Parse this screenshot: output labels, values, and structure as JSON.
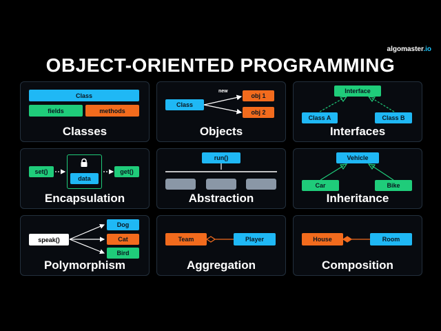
{
  "brand": "algomaster.io",
  "title": "OBJECT-ORIENTED PROGRAMMING",
  "colors": {
    "blue": "#1fb8f5",
    "green": "#1fcc7a",
    "orange": "#f26b1d",
    "gray": "#8a97a6"
  },
  "cards": {
    "classes": {
      "title": "Classes",
      "class": "Class",
      "fields": "fields",
      "methods": "methods"
    },
    "objects": {
      "title": "Objects",
      "class": "Class",
      "new_label": "new",
      "obj1": "obj 1",
      "obj2": "obj 2"
    },
    "interfaces": {
      "title": "Interfaces",
      "interface": "Interface",
      "class_a": "Class A",
      "class_b": "Class B"
    },
    "encapsulation": {
      "title": "Encapsulation",
      "set": "set()",
      "data": "data",
      "get": "get()",
      "icon": "lock-icon"
    },
    "abstraction": {
      "title": "Abstraction",
      "run": "run()"
    },
    "inheritance": {
      "title": "Inheritance",
      "parent": "Vehicle",
      "child1": "Car",
      "child2": "Bike"
    },
    "polymorphism": {
      "title": "Polymorphism",
      "method": "speak()",
      "dog": "Dog",
      "cat": "Cat",
      "bird": "Bird"
    },
    "aggregation": {
      "title": "Aggregation",
      "whole": "Team",
      "part": "Player"
    },
    "composition": {
      "title": "Composition",
      "whole": "House",
      "part": "Room"
    }
  }
}
